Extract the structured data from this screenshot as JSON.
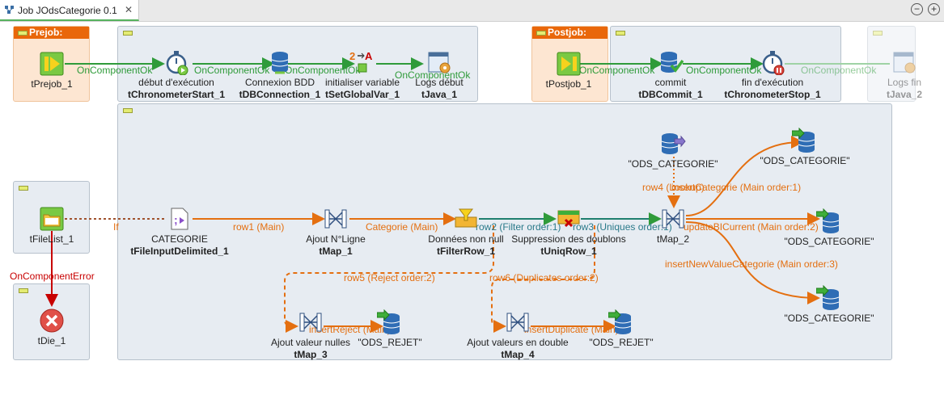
{
  "tab": {
    "title": "Job JOdsCategorie 0.1",
    "close": "✕"
  },
  "window_controls": {
    "minimize": "−",
    "maximize": "+"
  },
  "subjobs": {
    "prejob": "Prejob:",
    "postjob": "Postjob:"
  },
  "components": {
    "tPrejob": {
      "name": "tPrejob_1"
    },
    "chronoStart": {
      "label": "début d'exécution",
      "name": "tChronometerStart_1"
    },
    "dbConnection": {
      "label": "Connexion BDD",
      "name": "tDBConnection_1"
    },
    "setGlobalVar": {
      "label": "initialiser variable",
      "name": "tSetGlobalVar_1"
    },
    "java1": {
      "label": "Logs début",
      "name": "tJava_1"
    },
    "tPostjob": {
      "name": "tPostjob_1"
    },
    "dbCommit": {
      "label": "commit",
      "name": "tDBCommit_1"
    },
    "chronoStop": {
      "label": "fin d'exécution",
      "name": "tChronometerStop_1"
    },
    "java2": {
      "label": "Logs fin",
      "name": "tJava_2"
    },
    "fileList": {
      "name": "tFileList_1"
    },
    "die": {
      "name": "tDie_1"
    },
    "fileInput": {
      "label": "CATEGORIE",
      "name": "tFileInputDelimited_1"
    },
    "map1": {
      "label": "Ajout N°Ligne",
      "name": "tMap_1"
    },
    "filterRow": {
      "label": "Données non null",
      "name": "tFilterRow_1"
    },
    "uniqRow": {
      "label": "Suppression des doublons",
      "name": "tUniqRow_1"
    },
    "map2": {
      "name": "tMap_2"
    },
    "map3": {
      "label": "Ajout valeur nulles",
      "name": "tMap_3"
    },
    "map4": {
      "label": "Ajout valeurs en double",
      "name": "tMap_4"
    },
    "odsLookup": {
      "label": "\"ODS_CATEGORIE\""
    },
    "odsOut1": {
      "label": "\"ODS_CATEGORIE\""
    },
    "odsOut2": {
      "label": "\"ODS_CATEGORIE\""
    },
    "odsOut3": {
      "label": "\"ODS_CATEGORIE\""
    },
    "rejet1": {
      "label": "\"ODS_REJET\""
    },
    "rejet2": {
      "label": "\"ODS_REJET\""
    }
  },
  "connections": {
    "ok1": "OnComponentOk",
    "ok2": "OnComponentOk",
    "ok3": "OnComponentOk",
    "ok4": "OnComponentOk",
    "ok5": "OnComponentOk",
    "ok6": "OnComponentOk",
    "ok7": "OnComponentOk",
    "iterate": "If",
    "error": "OnComponentError",
    "row1": "row1 (Main)",
    "categorie": "Categorie (Main)",
    "row2": "row2 (Filter order:1)",
    "row3": "row3 (Uniques order:1)",
    "row4": "row4 (Lookup)",
    "insertCategorie": "insertCategorie (Main order:1)",
    "updateBI": "updateBICurrent (Main order:2)",
    "insertNew": "insertNewValueCategorie (Main order:3)",
    "row5": "row5 (Reject order:2)",
    "row6": "row6 (Duplicates order:2)",
    "insertReject": "insertReject (Main)",
    "insertDuplicate": "insertDuplicate (Main)"
  },
  "colors": {
    "ok": "#2f9b3a",
    "row": "#e46f10",
    "error": "#c80000",
    "prejob_header": "#e9670a"
  }
}
